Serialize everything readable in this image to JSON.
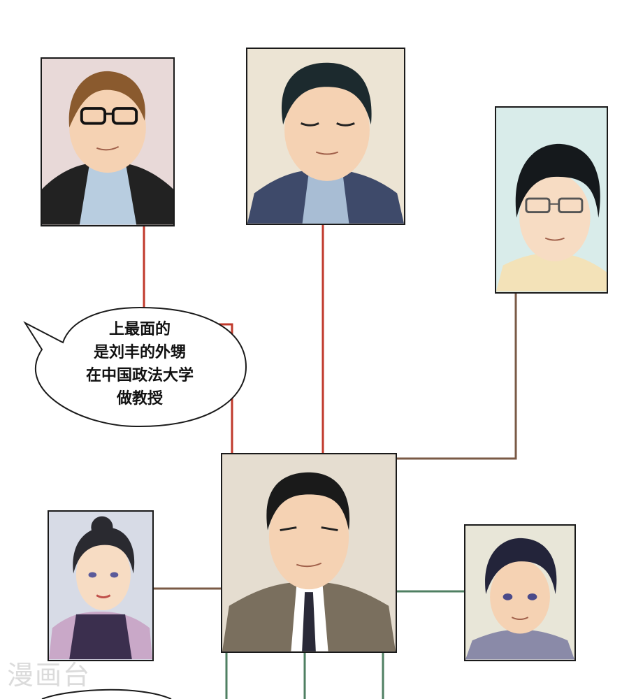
{
  "bubble": {
    "lines": [
      "上最面的",
      "是刘丰的外甥",
      "在中国政法大学",
      "做教授"
    ]
  },
  "watermark": "漫画台",
  "colors": {
    "line_red": "#c0392b",
    "line_brown": "#7a5a46",
    "line_green": "#4f7f62",
    "border": "#1a1a1a"
  }
}
